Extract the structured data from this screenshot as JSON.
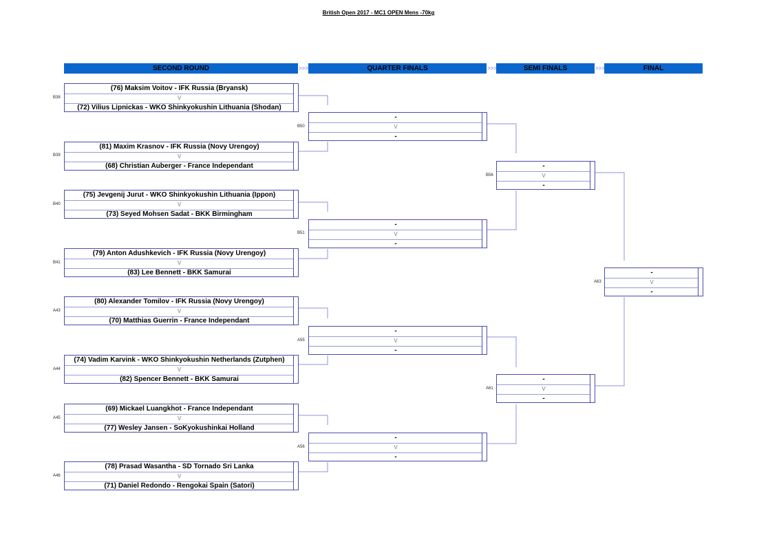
{
  "title": "British Open 2017 - MC1 OPEN Mens -70kg",
  "rounds": {
    "r1": "SECOND ROUND",
    "r2": "QUARTER FINALS",
    "r3": "SEMI FINALS",
    "r4": "FINAL",
    "sep": ">>>"
  },
  "versus": "V",
  "second_round": [
    {
      "code": "B38",
      "top": "(76) Maksim Voitov - IFK Russia (Bryansk)",
      "bottom": "(72) Vilius Lipnickas - WKO Shinkyokushin Lithuania (Shodan)"
    },
    {
      "code": "B39",
      "top": "(81) Maxim Krasnov - IFK Russia (Novy Urengoy)",
      "bottom": "(68) Christian Auberger - France Independant"
    },
    {
      "code": "B40",
      "top": "(75) Jevgenij Jurut - WKO Shinkyokushin Lithuania (Ippon)",
      "bottom": "(73) Seyed Mohsen Sadat - BKK Birmingham"
    },
    {
      "code": "B41",
      "top": "(79) Anton Adushkevich - IFK Russia (Novy Urengoy)",
      "bottom": "(83) Lee Bennett - BKK Samurai"
    },
    {
      "code": "A43",
      "top": "(80) Alexander Tomilov - IFK Russia (Novy Urengoy)",
      "bottom": "(70) Matthias Guerrin - France Independant"
    },
    {
      "code": "A44",
      "top": "(74) Vadim Karvink - WKO Shinkyokushin Netherlands (Zutphen)",
      "bottom": "(82) Spencer Bennett - BKK Samurai"
    },
    {
      "code": "A45",
      "top": "(69) Mickael Luangkhot - France Independant",
      "bottom": "(77) Wesley Jansen - SoKyokushinkai Holland"
    },
    {
      "code": "A46",
      "top": "(78) Prasad Wasantha - SD Tornado Sri Lanka",
      "bottom": "(71) Daniel Redondo - Rengokai Spain (Satori)"
    }
  ],
  "quarter_finals": [
    {
      "code": "B50",
      "top": "-",
      "bottom": "-"
    },
    {
      "code": "B51",
      "top": "-",
      "bottom": "-"
    },
    {
      "code": "A55",
      "top": "-",
      "bottom": "-"
    },
    {
      "code": "A56",
      "top": "-",
      "bottom": "-"
    }
  ],
  "semi_finals": [
    {
      "code": "B56",
      "top": "-",
      "bottom": "-"
    },
    {
      "code": "A61",
      "top": "-",
      "bottom": "-"
    }
  ],
  "final": [
    {
      "code": "A63",
      "top": "-",
      "bottom": "-"
    }
  ]
}
